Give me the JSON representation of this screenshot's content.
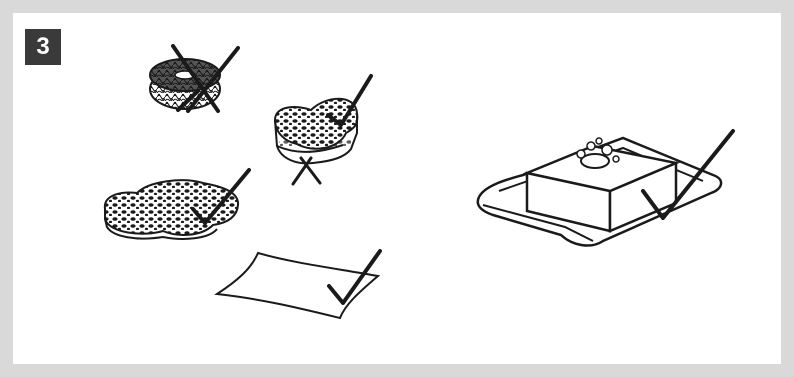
{
  "step": {
    "number": "3"
  },
  "items": [
    {
      "name": "coarse-round-sponge",
      "marker": "cross"
    },
    {
      "name": "foam-sponge-thick",
      "marker": "check"
    },
    {
      "name": "foam-sponge-flat",
      "marker": "check"
    },
    {
      "name": "soft-cloth",
      "marker": "check"
    },
    {
      "name": "soap-in-dish",
      "marker": "check"
    }
  ],
  "colors": {
    "frame": "#d9d9d9",
    "badge": "#3a3a3a",
    "ink": "#1a1a1a"
  }
}
